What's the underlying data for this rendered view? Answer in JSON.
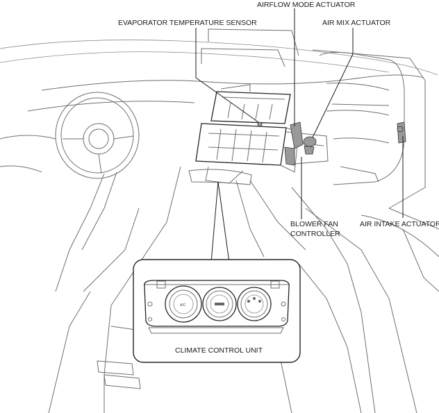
{
  "labels": {
    "airflow_mode_actuator": "AIRFLOW MODE ACTUATOR",
    "evaporator_temperature_sensor": "EVAPORATOR TEMPERATURE SENSOR",
    "air_mix_actuator": "AIR MIX ACTUATOR",
    "blower_fan_controller_line1": "BLOWER FAN",
    "blower_fan_controller_line2": "CONTROLLER",
    "air_intake_actuator": "AIR INTAKE ACTUATOR",
    "climate_control_unit": "CLIMATE CONTROL UNIT"
  }
}
